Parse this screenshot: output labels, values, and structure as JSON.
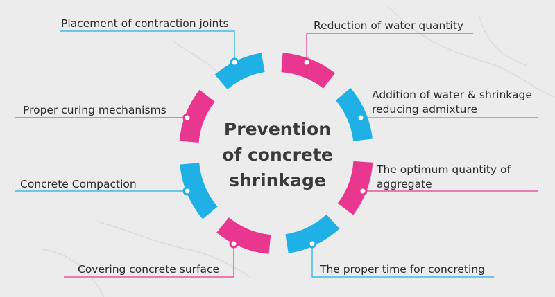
{
  "title": {
    "lines": [
      "Prevention",
      "of concrete",
      "shrinkage"
    ]
  },
  "colors": {
    "pink": "#e9378f",
    "blue": "#1fb0e6",
    "background": "#ececec",
    "text": "#2b2b2b"
  },
  "labels": {
    "contraction_joints": "Placement of contraction joints",
    "water_quantity": "Reduction of water quantity",
    "admixture_line1": "Addition of water & shrinkage",
    "admixture_line2": "reducing admixture",
    "curing": "Proper curing mechanisms",
    "aggregate_line1": "The optimum quantity of",
    "aggregate_line2": "aggregate",
    "compaction": "Concrete Compaction",
    "covering": "Covering concrete surface",
    "timing": "The proper time for concreting"
  }
}
